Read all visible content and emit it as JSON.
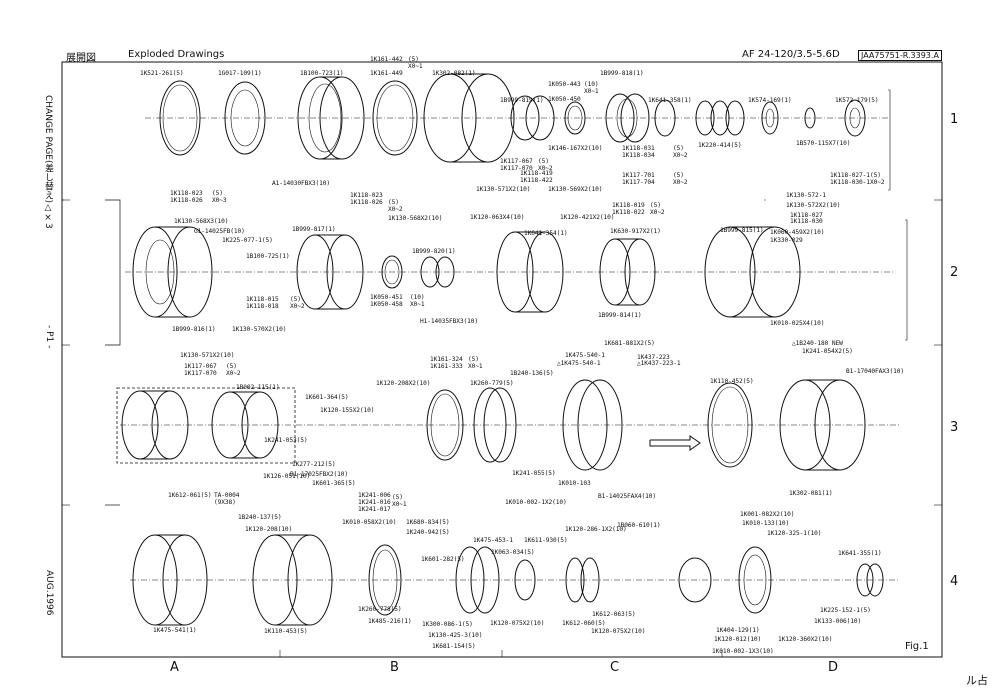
{
  "header": {
    "jp_title": "展開図",
    "title": "Exploded Drawings",
    "model": "AF 24-120/3.5-5.6D",
    "doc_no": "JAA75751-R.3393.A"
  },
  "left_margin": {
    "change_page": "CHANGE PAGE(差し替え)△×3",
    "page": "- P1 -",
    "date": "AUG.1996"
  },
  "rows": [
    "1",
    "2",
    "3",
    "4"
  ],
  "columns": [
    "A",
    "B",
    "C",
    "D"
  ],
  "figure_label": "Fig.1",
  "corner_mark": "ル占",
  "parts": {
    "r1": [
      "1K521-261(5)",
      "1G017-109(1)",
      "1B100-723(1)",
      "1K161-442",
      "1K161-449",
      "(5)",
      "X0~1",
      "1K302-082(1)",
      "1B999-819(1)",
      "1K050-443",
      "1K050-450",
      "(10)",
      "X0~1",
      "1B999-818(1)",
      "1K641-358(1)",
      "1K574-169(1)",
      "1K572-179(5)",
      "1B570-115X7(10)",
      "1K220-414(5)",
      "1K146-167X2(10)",
      "1K117-067",
      "1K117-070",
      "(5)",
      "X0~2",
      "1K118-419",
      "1K118-422",
      "1K118-031",
      "1K118-034",
      "(5)",
      "X0~2",
      "1K117-701",
      "1K117-704",
      "(5)",
      "X0~2",
      "1K130-569X2(10)",
      "1K130-571X2(10)",
      "A1-14030FBX3(10)"
    ],
    "r2": [
      "1K118-023",
      "1K118-026",
      "(5)",
      "X0~3",
      "1K130-568X3(10)",
      "G1-14025FB(10)",
      "1K225-077-1(5)",
      "1K118-023",
      "1K118-026",
      "(5)",
      "X0~2",
      "1K130-568X2(10)",
      "1B999-817(1)",
      "1B100-725(1)",
      "1B999-820(1)",
      "1K120-063X4(10)",
      "1K641-354(1)",
      "1K120-421X2(10)",
      "1K118-019",
      "1K118-022",
      "(5)",
      "X0~2",
      "1K630-917X2(1)",
      "1K130-572-1",
      "1K130-572X2(10)",
      "1K118-027",
      "1K118-030",
      "1K118-027-1",
      "1K118-030-1",
      "(5)",
      "X0~2",
      "1B999-815(1)",
      "1K060-459X2(10)",
      "1K330-029",
      "1K118-015",
      "1K118-018",
      "(5)",
      "X0~2",
      "1K050-451",
      "1K050-458",
      "(10)",
      "X0~1",
      "H1-14035FBX3(10)",
      "1B999-814(1)",
      "1K010-025X4(10)",
      "1B999-816(1)",
      "1K130-570X2(10)"
    ],
    "r3": [
      "1K130-571X2(10)",
      "1K117-067",
      "1K117-070",
      "(5)",
      "X0~2",
      "1B002-115(1)",
      "1K601-364(5)",
      "1K120-155X2(10)",
      "1K120-208X2(10)",
      "1K161-324",
      "1K161-333",
      "(5)",
      "X0~1",
      "1K260-779(5)",
      "1B240-136(5)",
      "1K475-540-1",
      "△1K475-540-1",
      "1K681-881X2(5)",
      "1K437-223",
      "△1K437-223-1",
      "1K110-452(5)",
      "△1B240-180 NEW",
      "1K241-054X2(5)",
      "B1-17040FAX3(10)",
      "1K241-053(5)",
      "1K277-212(5)",
      "1K601-365(5)",
      "B1-17025FBX2(10)",
      "1K126-051(10)",
      "1K241-055(5)",
      "1K010-103",
      "1K010-002-1X2(10)",
      "B1-14025FAX4(10)",
      "1K302-081(1)"
    ],
    "r4": [
      "1K612-061(5)",
      "TA-0004",
      "(9X38)",
      "1B240-137(5)",
      "1K120-208(10)",
      "1K241-006",
      "1K241-016",
      "1K241-017",
      "(5)",
      "X0~1",
      "1K010-058X2(10)",
      "1K680-834(5)",
      "1K240-942(5)",
      "1K475-453-1",
      "1K611-930(5)",
      "1K120-286-1X2(10)",
      "1B060-610(1)",
      "1K001-082X2(10)",
      "1K010-133(10)",
      "1K120-325-1(10)",
      "1K641-355(1)",
      "1K601-282(5)",
      "1K063-034(5)",
      "1K475-541(1)",
      "1K110-453(5)",
      "1K260-778(5)",
      "1K485-216(1)",
      "1K300-086-1(5)",
      "1K130-425-3(10)",
      "1K681-154(5)",
      "1K120-075X2(10)",
      "1K612-060(5)",
      "1K612-063(5)",
      "1K120-075X2(10)",
      "1K404-129(1)",
      "1K120-012(10)",
      "1K010-002-1X3(10)",
      "1K120-360X2(10)",
      "1K225-152-1(5)",
      "1K133-006(10)"
    ]
  }
}
